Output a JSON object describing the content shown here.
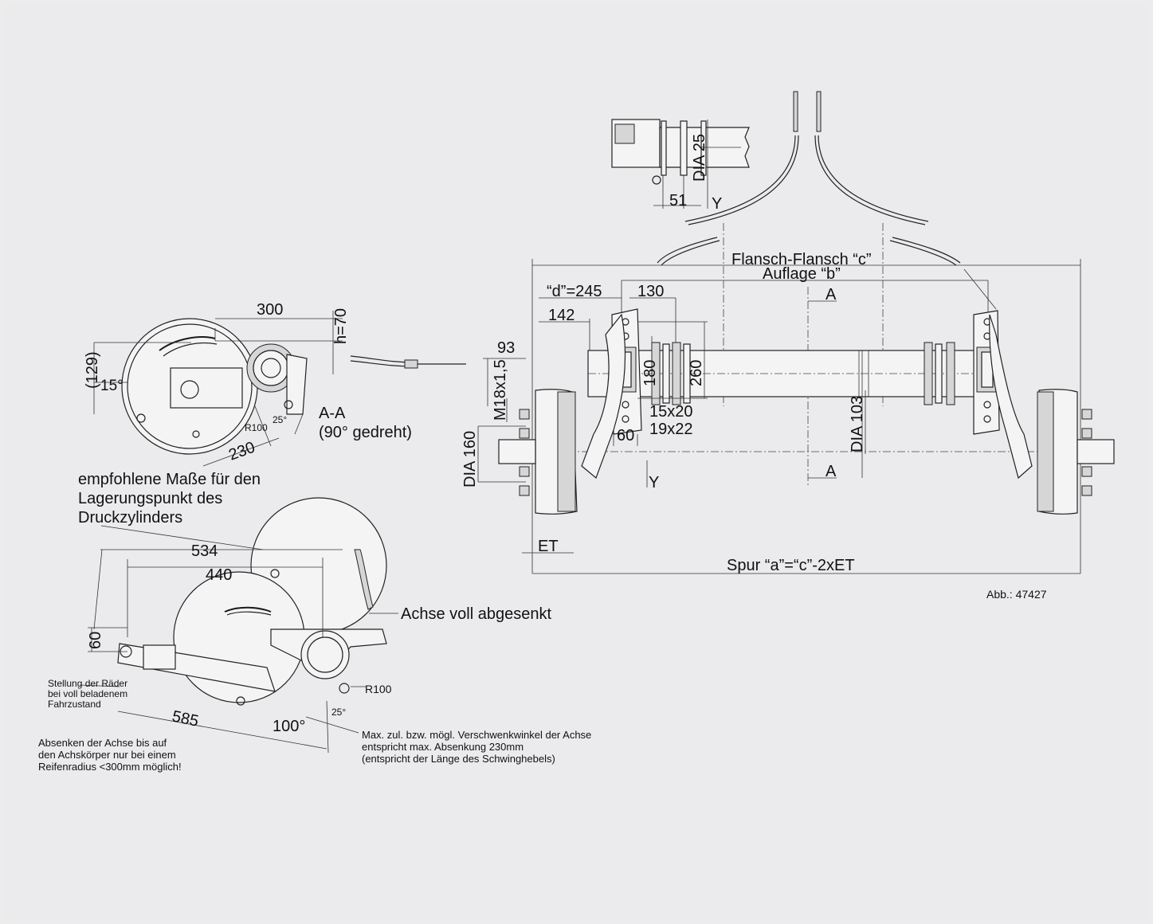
{
  "figure_number": "Abb.: 47427",
  "top_view": {
    "flange_label": "Flansch-Flansch “c”",
    "support_label": "Auflage “b”",
    "d_label": "“d”=245",
    "dim_130": "130",
    "dim_142": "142",
    "dim_93": "93",
    "thread_label": "M18x1,5",
    "dia_160": "DIA 160",
    "dim_180": "180",
    "dim_260": "260",
    "hole_15x20": "15x20",
    "hole_19x22": "19x22",
    "dim_60": "60",
    "dia_103": "DIA 103",
    "section_a_top": "A",
    "section_a_bottom": "A",
    "view_y": "Y",
    "et_label": "ET",
    "track_label": "Spur “a”=“c”-2xET"
  },
  "detail_y": {
    "dia_25": "DIA 25",
    "dim_51": "51",
    "y_label": "Y"
  },
  "section_aa": {
    "dim_300": "300",
    "dim_h70": "h=70",
    "dim_129": "(129)",
    "angle_15": "15°",
    "r100": "R100",
    "angle_25": "25°",
    "dim_230": "230",
    "title": "A-A",
    "subtitle": "(90° gedreht)"
  },
  "recommendation": {
    "line1": "empfohlene Maße für den",
    "line2": "Lagerungspunkt des",
    "line3": "Druckzylinders"
  },
  "side_view": {
    "dim_534": "534",
    "dim_440": "440",
    "dim_60": "60",
    "dim_585": "585",
    "angle_100": "100°",
    "angle_25": "25°",
    "r100": "R100",
    "lowered_label": "Achse voll abgesenkt",
    "wheel_pos_1": "Stellung der Räder",
    "wheel_pos_2": "bei voll beladenem",
    "wheel_pos_3": "Fahrzustand",
    "note_lower_1": "Absenken der Achse bis auf",
    "note_lower_2": "den Achskörper nur bei einem",
    "note_lower_3": "Reifenradius <300mm möglich!",
    "note_max_1": "Max. zul. bzw. mögl. Verschwenkwinkel der Achse",
    "note_max_2": "entspricht max. Absenkung 230mm",
    "note_max_3": "(entspricht der Länge des Schwinghebels)"
  }
}
